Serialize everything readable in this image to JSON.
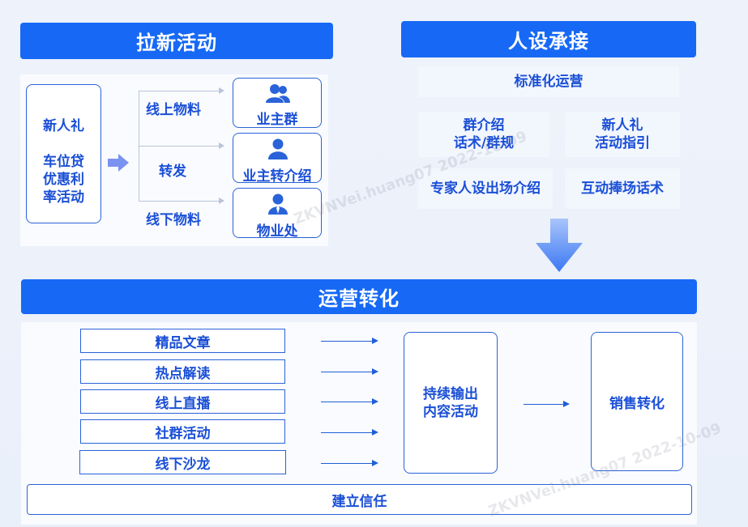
{
  "sections": {
    "acquisition": {
      "title": "拉新活动",
      "source_box": {
        "line1": "新人礼",
        "line2": "车位贷",
        "line3": "优惠利",
        "line4": "率活动"
      },
      "channels": [
        "线上物料",
        "转发",
        "线下物料"
      ],
      "targets": [
        {
          "label": "业主群",
          "icon": "users-group-icon"
        },
        {
          "label": "业主转介绍",
          "icon": "user-icon"
        },
        {
          "label": "物业处",
          "icon": "user-tie-icon"
        }
      ]
    },
    "persona": {
      "title": "人设承接",
      "top_tile": "标准化运营",
      "tiles": [
        {
          "line1": "群介绍",
          "line2": "话术/群规"
        },
        {
          "line1": "新人礼",
          "line2": "活动指引"
        },
        {
          "line1": "专家人设出场介绍",
          "line2": ""
        },
        {
          "line1": "互动捧场话术",
          "line2": ""
        }
      ]
    },
    "conversion": {
      "title": "运营转化",
      "contents": [
        "精品文章",
        "热点解读",
        "线上直播",
        "社群活动",
        "线下沙龙"
      ],
      "middle": {
        "line1": "持续输出",
        "line2": "内容活动"
      },
      "result": "销售转化",
      "footer": "建立信任"
    }
  },
  "watermarks": [
    "ZKVNVei.huang07 2022-10-09",
    "ZKVNVei.huang07 2022-10-09"
  ],
  "colors": {
    "primary": "#1769f5",
    "text": "#1a4fd6",
    "border": "#2a63d9"
  }
}
